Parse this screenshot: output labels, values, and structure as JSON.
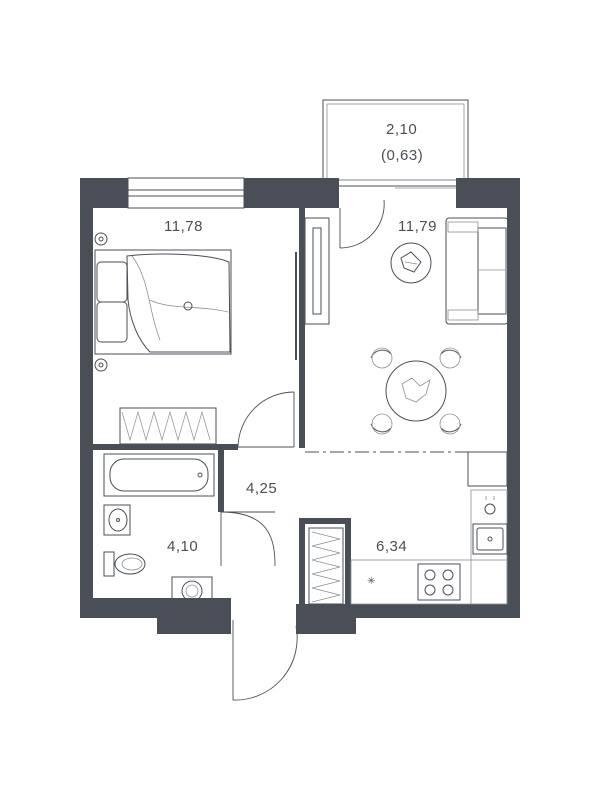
{
  "rooms": {
    "balcony": {
      "area": "2,10",
      "area_reduced": "(0,63)"
    },
    "bedroom": {
      "area": "11,78"
    },
    "living": {
      "area": "11,79"
    },
    "hall": {
      "area": "4,25"
    },
    "bathroom": {
      "area": "4,10"
    },
    "kitchen": {
      "area": "6,34"
    }
  },
  "colors": {
    "wall": "#4a4f57",
    "line": "#4a4f57",
    "background": "#ffffff"
  },
  "icons": [
    "bed-icon",
    "bathtub-icon",
    "washbasin-icon",
    "toilet-icon",
    "washing-machine-icon",
    "dining-table-icon",
    "armchair-icon",
    "stove-icon",
    "kitchen-sink-icon",
    "wardrobe-icon",
    "plant-icon"
  ]
}
